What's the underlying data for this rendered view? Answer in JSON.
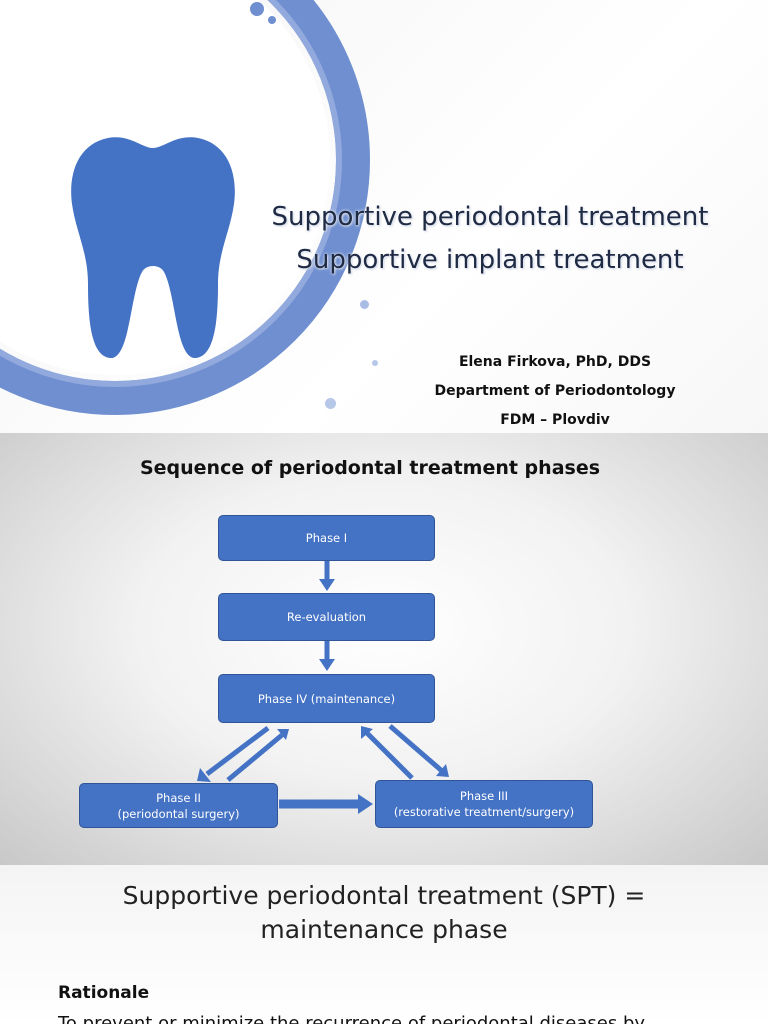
{
  "slide1": {
    "title_line1": "Supportive periodontal treatment",
    "title_line2": "Supportive implant treatment",
    "author": "Elena Firkova, PhD, DDS",
    "department": "Department of Periodontology",
    "institution": "FDM – Plovdiv",
    "tooth_icon": "tooth-icon",
    "colors": {
      "tooth": "#4472c4",
      "ring": "#6f8fd0"
    }
  },
  "slide2": {
    "title": "Sequence of periodontal treatment phases",
    "boxes": {
      "phase1": "Phase I",
      "reeval": "Re-evaluation",
      "phase4": "Phase IV (maintenance)",
      "phase2_line1": "Phase II",
      "phase2_line2": "(periodontal surgery)",
      "phase3_line1": "Phase III",
      "phase3_line2": "(restorative treatment/surgery)"
    },
    "colors": {
      "box": "#4472c4",
      "box_border": "#2f5597"
    }
  },
  "slide3": {
    "title_line1": "Supportive periodontal treatment (SPT)  =",
    "title_line2": "maintenance phase",
    "heading": "Rationale",
    "body_partial": "To prevent or minimize the recurrence of periodontal diseases by"
  }
}
